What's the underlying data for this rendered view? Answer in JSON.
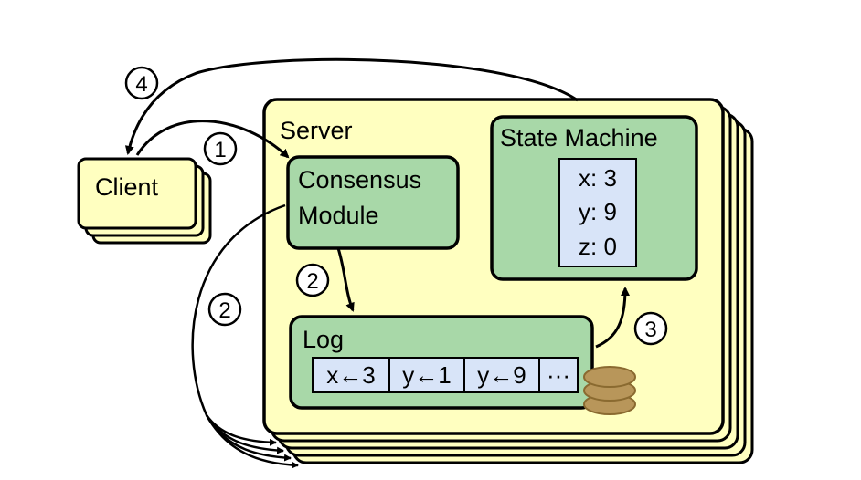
{
  "colors": {
    "server_fill": "#ffffc0",
    "module_fill": "#a8d8a8",
    "cell_fill": "#d8e4f8",
    "disk_fill": "#b8965a",
    "stroke": "#000000"
  },
  "client": {
    "label": "Client"
  },
  "server": {
    "label": "Server"
  },
  "consensus_module": {
    "line1": "Consensus",
    "line2": "Module"
  },
  "state_machine": {
    "label": "State Machine",
    "values": [
      "x: 3",
      "y: 9",
      "z: 0"
    ]
  },
  "log": {
    "label": "Log",
    "entries": [
      "x←3",
      "y←1",
      "y←9",
      "···"
    ]
  },
  "steps": {
    "s1": "1",
    "s2a": "2",
    "s2b": "2",
    "s3": "3",
    "s4": "4"
  },
  "icons": {
    "storage": "disk-stack-icon"
  }
}
